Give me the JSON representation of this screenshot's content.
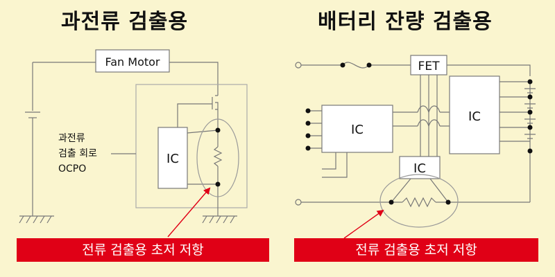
{
  "left": {
    "title": "과전류 검출용",
    "fan_motor": "Fan Motor",
    "ic": "IC",
    "ocpo_label": [
      "과전류",
      "검출 회로",
      "OCPO"
    ],
    "caption": "전류 검출용 초저 저항"
  },
  "right": {
    "title": "배터리 잔량 검출용",
    "fet": "FET",
    "ic_left": "IC",
    "ic_right": "IC",
    "ic_bottom": "IC",
    "caption": "전류 검출용 초저 저항"
  },
  "colors": {
    "background": "#faf5cf",
    "caption_bg": "#e00016",
    "line": "#777777",
    "arrow": "#e00016"
  }
}
